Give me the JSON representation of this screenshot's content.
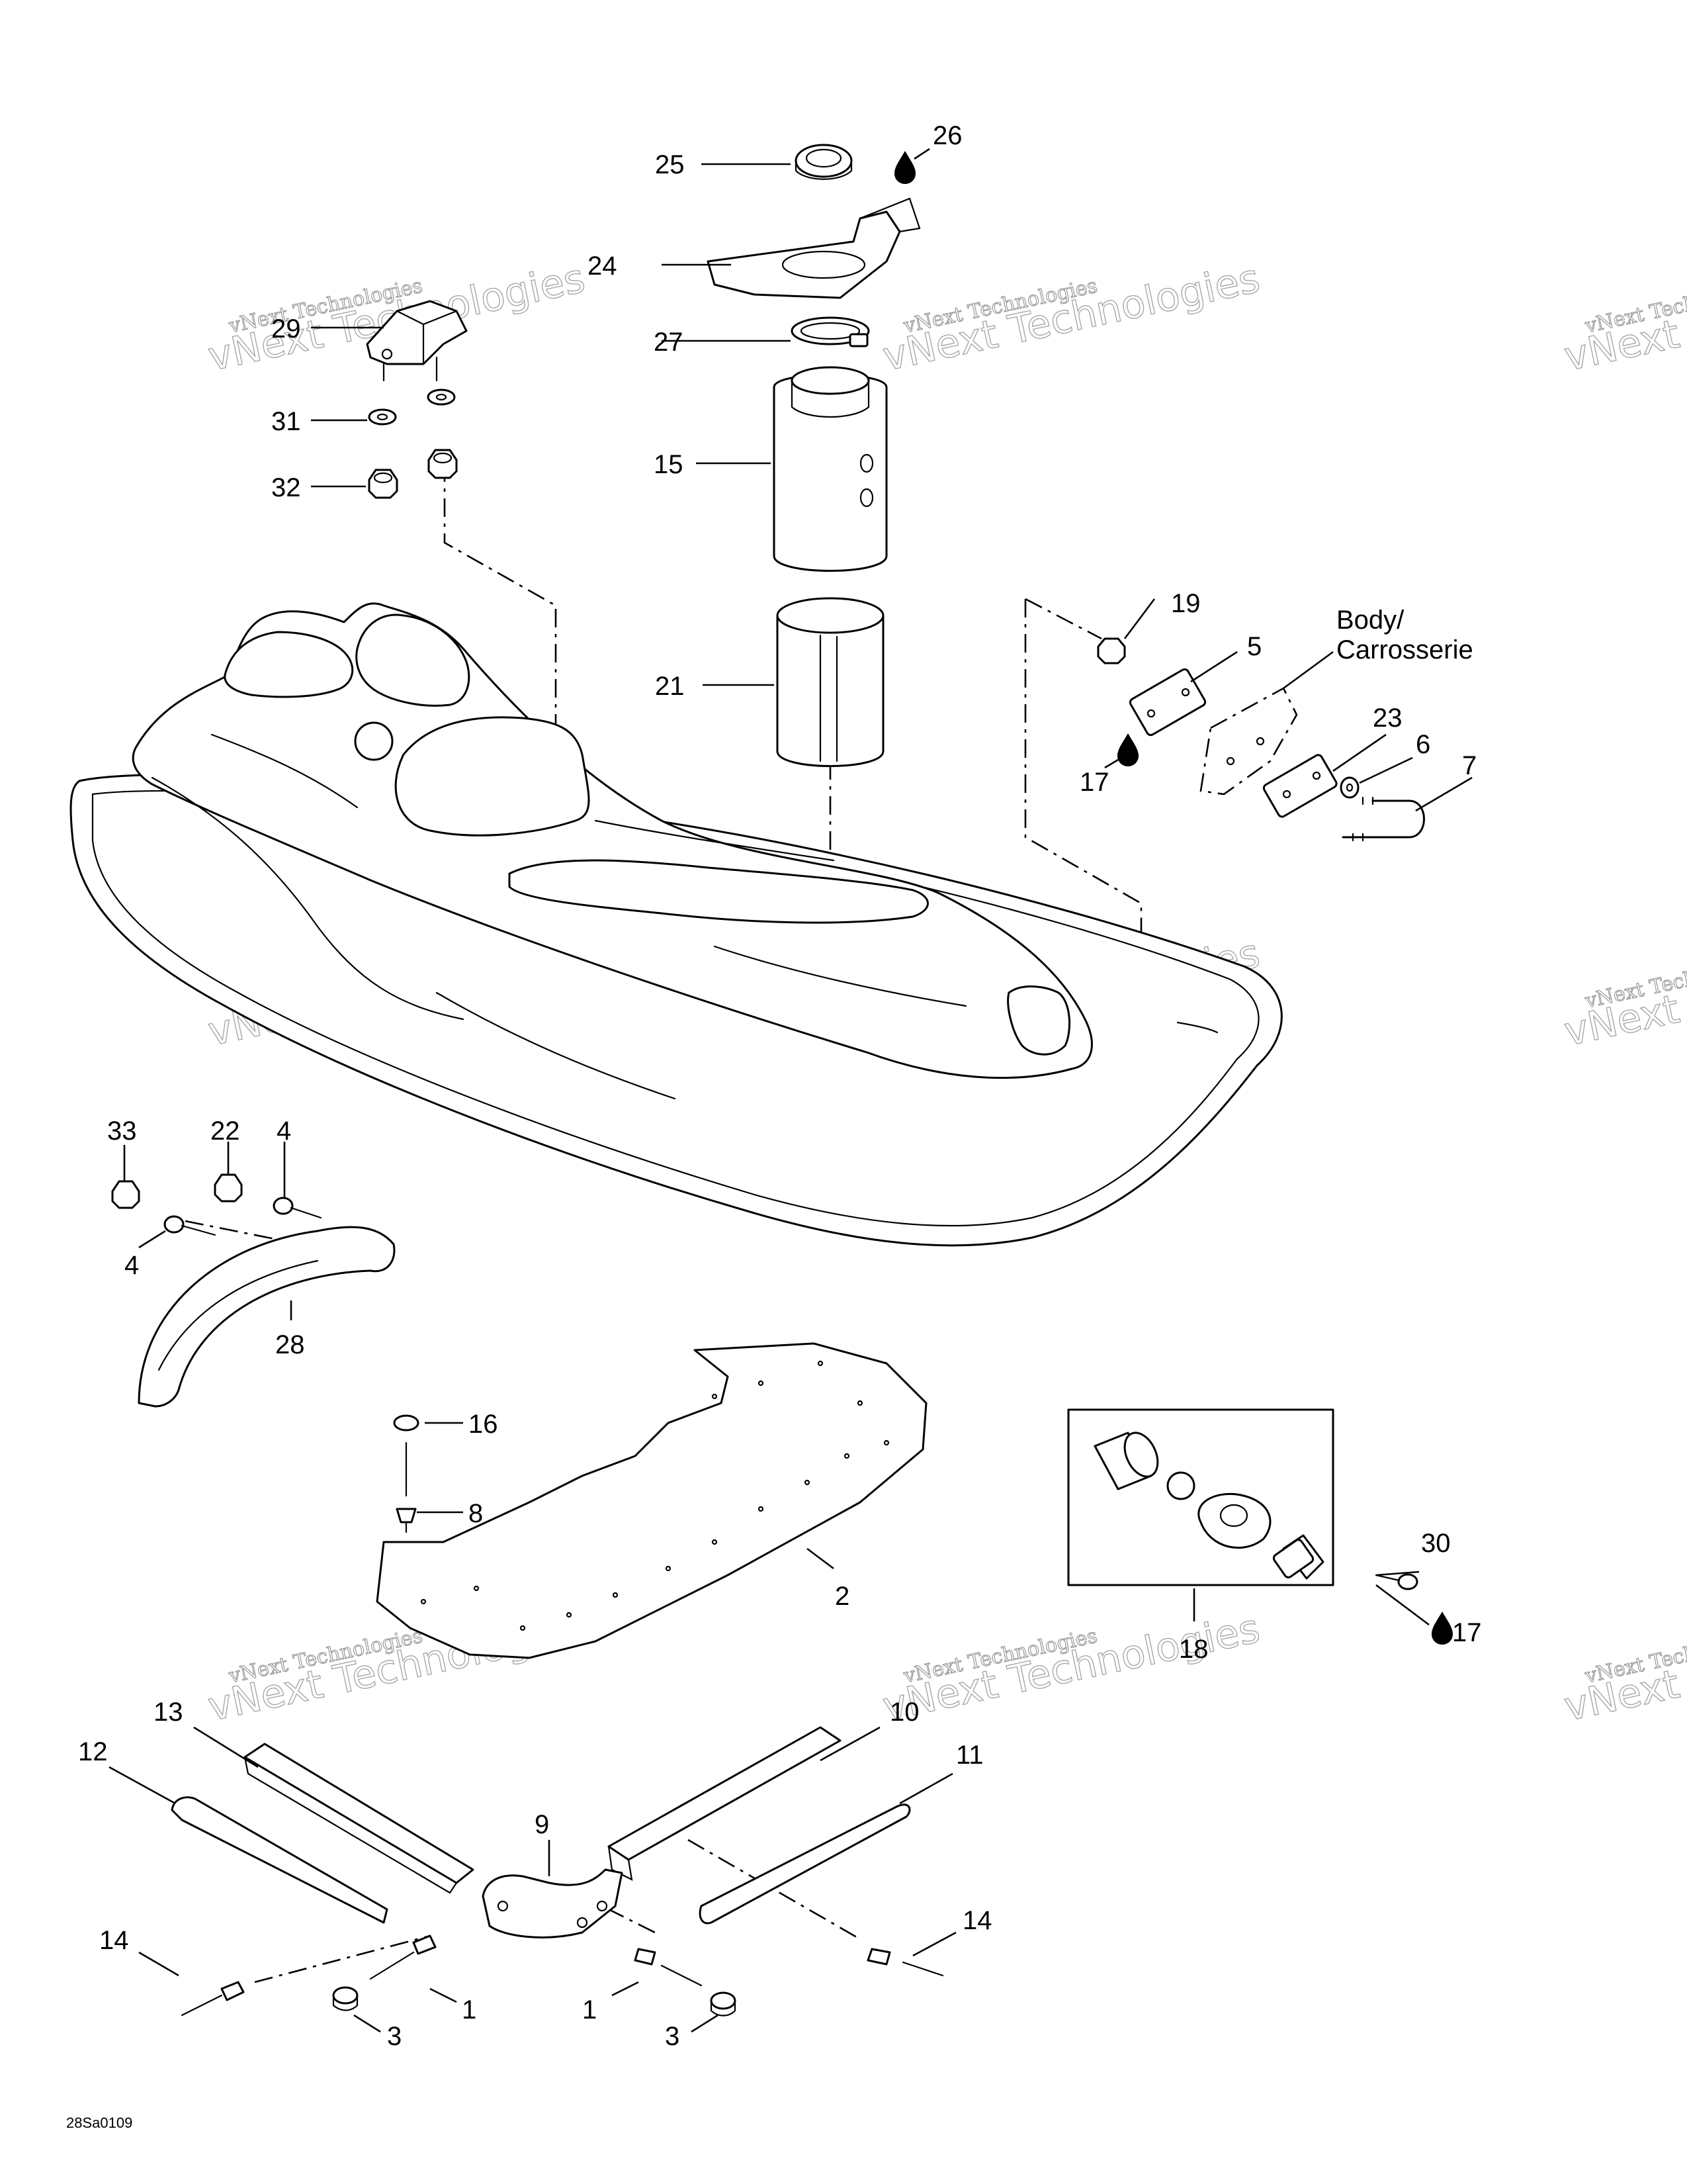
{
  "diagram": {
    "code": "28Sa0109",
    "body_label_line1": "Body/",
    "body_label_line2": "Carrosserie",
    "watermark_line1": "vNext Technologies",
    "watermark_line2": "vNext Technologies",
    "lubricant_icon": "oil-drop-icon",
    "callouts": {
      "c1a": "1",
      "c1b": "1",
      "c2": "2",
      "c3a": "3",
      "c3b": "3",
      "c4a": "4",
      "c4b": "4",
      "c5": "5",
      "c6": "6",
      "c7": "7",
      "c8": "8",
      "c9": "9",
      "c10": "10",
      "c11": "11",
      "c12": "12",
      "c13": "13",
      "c14a": "14",
      "c14b": "14",
      "c15": "15",
      "c16": "16",
      "c17a": "17",
      "c17b": "17",
      "c18": "18",
      "c19": "19",
      "c21": "21",
      "c22": "22",
      "c23": "23",
      "c24": "24",
      "c25": "25",
      "c26": "26",
      "c27": "27",
      "c28": "28",
      "c29": "29",
      "c30": "30",
      "c31": "31",
      "c32": "32",
      "c33": "33"
    }
  }
}
